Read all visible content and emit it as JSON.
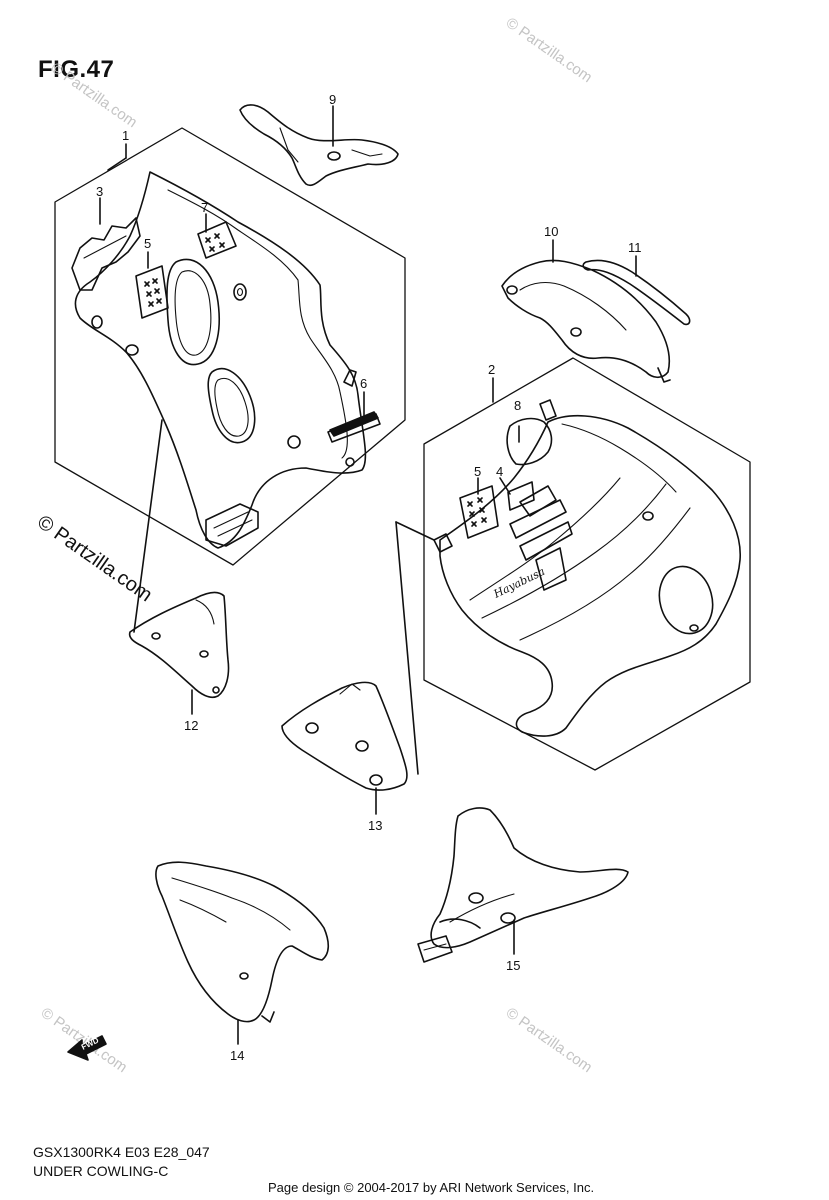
{
  "figure": {
    "title": "FIG.47",
    "model_code": "GSX1300RK4 E03 E28_047",
    "section_name": "UNDER COWLING-C"
  },
  "callouts": {
    "c1": "1",
    "c2": "2",
    "c3": "3",
    "c4": "4",
    "c5a": "5",
    "c5b": "5",
    "c6": "6",
    "c7": "7",
    "c8": "8",
    "c9": "9",
    "c10": "10",
    "c11": "11",
    "c12": "12",
    "c13": "13",
    "c14": "14",
    "c15": "15"
  },
  "decal_text": "Hayabusa",
  "fwd_label": "FWD",
  "watermark": {
    "text": "© Partzilla.com",
    "prominent_text": "© Partzilla.com",
    "color": "#c4c4c4"
  },
  "footer": {
    "credit": "Page design © 2004-2017 by ARI Network Services, Inc."
  },
  "colors": {
    "line": "#111111",
    "background": "#ffffff"
  }
}
